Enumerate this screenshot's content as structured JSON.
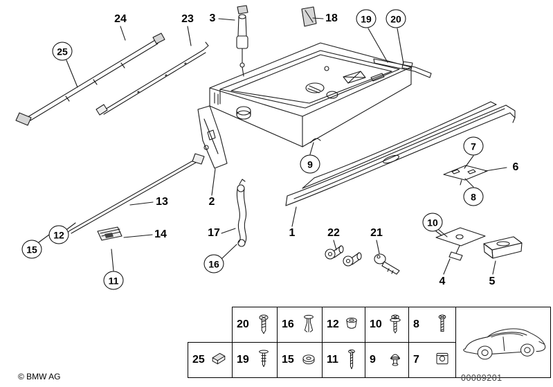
{
  "footer": {
    "copyright": "© BMW AG",
    "document_number": "00089201"
  },
  "callouts": {
    "plain": {
      "p1": "1",
      "p2": "2",
      "p3": "3",
      "p4": "4",
      "p5": "5",
      "p6": "6",
      "p13": "13",
      "p14": "14",
      "p17": "17",
      "p18": "18",
      "p21": "21",
      "p22": "22",
      "p23": "23",
      "p24": "24"
    },
    "circled": {
      "c7": "7",
      "c8": "8",
      "c9": "9",
      "c10": "10",
      "c11": "11",
      "c12": "12",
      "c15": "15",
      "c16": "16",
      "c19": "19",
      "c20": "20",
      "c25": "25"
    }
  },
  "legend": {
    "row1": [
      {
        "num": "20",
        "icon": "pan-head-screw-icon"
      },
      {
        "num": "16",
        "icon": "expansion-rivet-icon"
      },
      {
        "num": "12",
        "icon": "grommet-nut-icon"
      },
      {
        "num": "10",
        "icon": "screw-with-washer-icon"
      },
      {
        "num": "8",
        "icon": "tapping-screw-icon"
      }
    ],
    "row2": [
      {
        "num": "25",
        "icon": "cover-clip-icon"
      },
      {
        "num": "19",
        "icon": "push-pin-icon"
      },
      {
        "num": "15",
        "icon": "washer-icon"
      },
      {
        "num": "11",
        "icon": "long-screw-icon"
      },
      {
        "num": "9",
        "icon": "expanding-plug-icon"
      },
      {
        "num": "7",
        "icon": "sheet-metal-nut-icon"
      }
    ]
  },
  "colors": {
    "line": "#1a1a1a",
    "background": "#ffffff"
  }
}
